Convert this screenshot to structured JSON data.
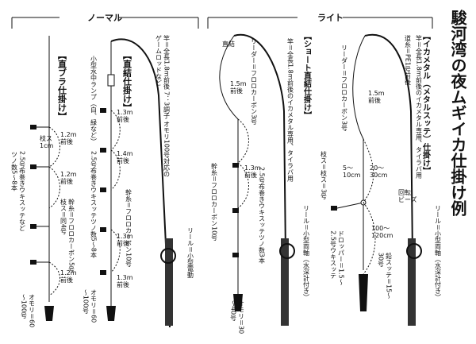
{
  "title": "駿河湾の夜ムギイカ仕掛け例",
  "sections": {
    "normal": "ノーマル",
    "light": "ライト"
  },
  "rigs": {
    "dropper": {
      "title": "【直ブラ仕掛け】",
      "branch": "枝ス\n1cm",
      "len1": "1.2m\n前後",
      "len2": "1.2m\n前後",
      "len3": "1.2m\n前後",
      "jig": "2.5号布巻きウキスッテなど\nツノ数5〜8本",
      "mainline": "幹糸＝フロロカーボン5号\n枝ス＝同4号",
      "sinker": "オモリ＝60\n〜100号"
    },
    "direct": {
      "title": "【直結仕掛け】",
      "rod": "竿＝全長1.8m前後 7：3調子 オモリ100号対応の\nゲームロッドなど",
      "lamp": "小型水中ランプ（白、緑など）",
      "len1": "1.3m\n前後",
      "len2": "1.4m\n前後",
      "len3": "1.3m\n前後",
      "len4": "1.3m\n前後",
      "jig": "2.5号布巻きウキスッテツノ数5〜8本",
      "mainline": "幹糸＝フロロカーボン10号",
      "sinker": "オモリ＝60\n〜100号",
      "reel": "リール＝小型電動"
    },
    "short": {
      "title": "【ショート直結仕掛け】",
      "rod": "竿＝全長1.8m前後のイカメタル専用、タイラバ用",
      "knot": "直結",
      "len1": "1.5m\n前後",
      "len2": "1.3m\n前後",
      "leader": "リーダー＝フロロカーボン3号",
      "jig": "2.5号布巻きウキスッテツノ数3本",
      "mainline": "幹糸＝フロロカーボン10号",
      "sinker": "オモリ＝30\n〜40号",
      "reel": "リール＝小型両軸（水深計付き）"
    },
    "metal": {
      "title": "【イカメタル（メタルスッテ）仕掛け】",
      "rod": "竿＝全長1.8m前後のイカメタル専用、タイラバ用",
      "line": "道糸＝PE1号前後",
      "leader": "リーダー＝フロロカーボン3号",
      "len1": "1.5m\n前後",
      "branchlen": "5〜\n10cm",
      "swivel": "20〜\n30cm",
      "swivel_label": "回転\nビーズ",
      "branch": "枝ス＝枝ス＝3号",
      "dropper": "ドロッパー＝1.5〜\n2.5号ウキスッテ",
      "droplen": "100〜\n120cm",
      "lead": "鉛スッテ＝15〜\n30号",
      "reel": "リール＝小型両軸（水深計付き）"
    }
  },
  "colors": {
    "ink": "#111111",
    "paper": "#ffffff"
  }
}
